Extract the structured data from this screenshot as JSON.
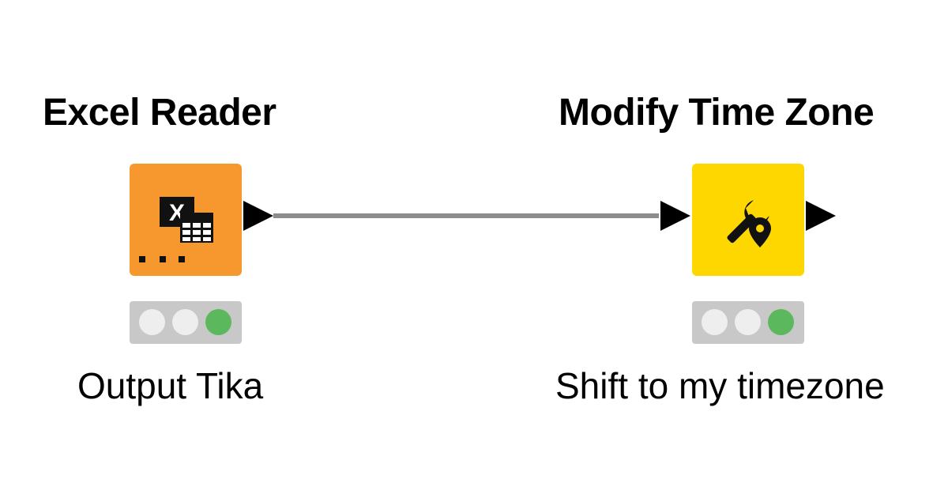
{
  "nodes": [
    {
      "id": "excel-reader",
      "title": "Excel Reader",
      "label": "Output Tika",
      "color": "#f7982e",
      "icon": "excel-spreadsheet-icon",
      "status": [
        "idle",
        "idle",
        "executed"
      ]
    },
    {
      "id": "modify-time-zone",
      "title": "Modify Time Zone",
      "label": "Shift to my timezone",
      "color": "#ffd700",
      "icon": "wrench-location-icon",
      "status": [
        "idle",
        "idle",
        "executed"
      ]
    }
  ],
  "colors": {
    "light_off": "#eeeeee",
    "light_on": "#5cb85c",
    "status_bar": "#c8c8c8",
    "connection": "#8c8c8c"
  }
}
